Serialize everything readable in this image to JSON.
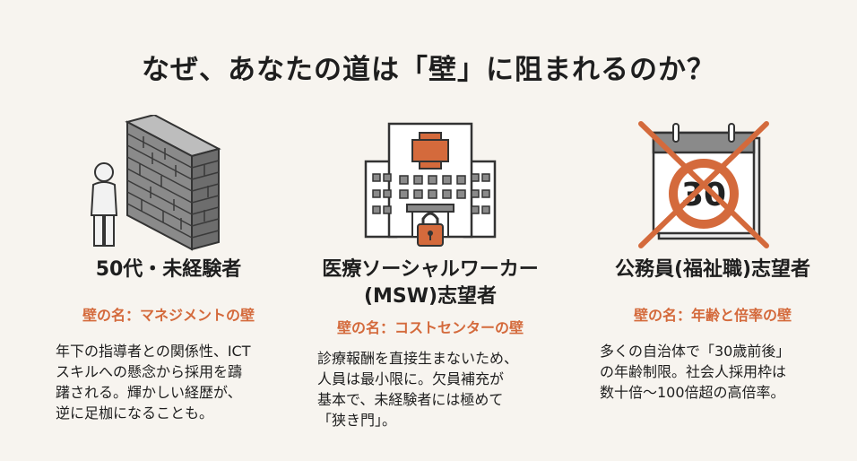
{
  "title": "なぜ、あなたの道は「壁」に阻まれるのか？",
  "columns": [
    {
      "heading": [
        "50代・未経験者"
      ],
      "wall_name": "壁の名：マネジメントの壁",
      "description": [
        "年下の指導者との関係性、ICT",
        "スキルへの懸念から採用を躊",
        "躇される。輝かしい経歴が、",
        "逆に足枷になることも。"
      ],
      "icon": "person-facing-brick-wall-icon"
    },
    {
      "heading": [
        "医療ソーシャルワーカー",
        "(MSW)志望者"
      ],
      "wall_name": "壁の名：コストセンターの壁",
      "description": [
        "診療報酬を直接生まないため、",
        "人員は最小限に。欠員補充が",
        "基本で、未経験者には極めて",
        "「狭き門」。"
      ],
      "icon": "locked-hospital-icon"
    },
    {
      "heading": [
        "公務員(福祉職)志望者"
      ],
      "wall_name": "壁の名：年齢と倍率の壁",
      "description": [
        "多くの自治体で「30歳前後」",
        "の年齢制限。社会人採用枠は",
        "数十倍〜100倍超の高倍率。"
      ],
      "icon": "crossed-out-calendar-age-icon",
      "calendar_number": "30"
    }
  ],
  "colors": {
    "accent": "#d46a3c",
    "ink": "#1e1e1e",
    "background": "#f7f4ef",
    "cross": "#d46a3c"
  }
}
